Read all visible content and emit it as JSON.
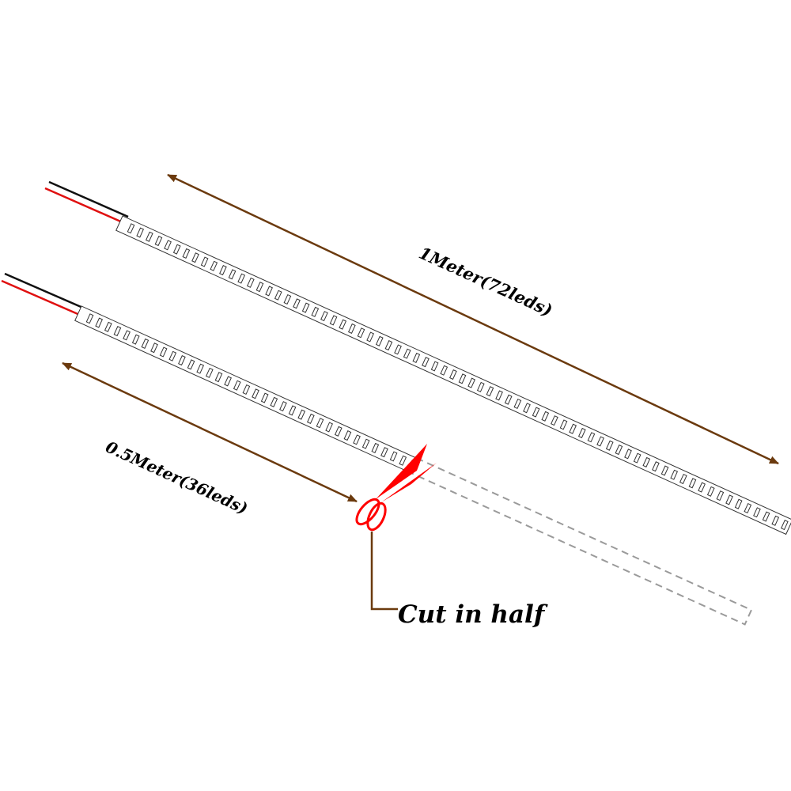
{
  "labels": {
    "full_strip": "1Meter(72leds)",
    "half_strip": "0.5Meter(36leds)",
    "cut_note": "Cut in half"
  },
  "strips": {
    "full_led_count": 72,
    "half_led_count": 36
  },
  "icons": {
    "cut_tool": "scissors-icon"
  },
  "colors": {
    "dimension_arrow": "#6b3a0e",
    "wire_positive": "#e01010",
    "wire_negative": "#111111",
    "scissors": "#ff0000",
    "strip_outline": "#333333",
    "removed_section": "#9a9a9a",
    "label_text": "#000000"
  }
}
